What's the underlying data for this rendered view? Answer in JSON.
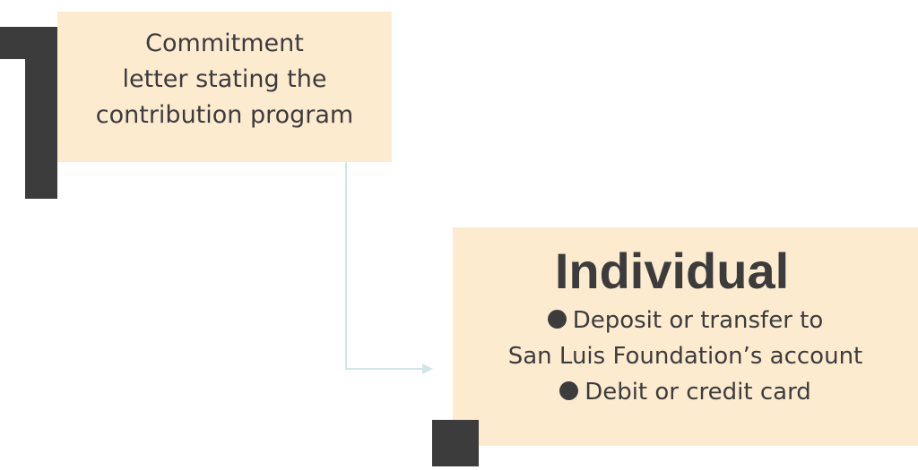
{
  "step_number": "1",
  "commitment": {
    "lines": [
      "Commitment",
      "letter stating the",
      "contribution program"
    ]
  },
  "individual": {
    "title": "Individual",
    "item1_line1": "Deposit or transfer to",
    "item1_line2": "San Luis Foundation’s account",
    "item2": "Debit or credit card"
  },
  "colors": {
    "box_fill": "#fdebd0",
    "dark": "#3c3c3c",
    "connector": "#cfe6e8"
  }
}
